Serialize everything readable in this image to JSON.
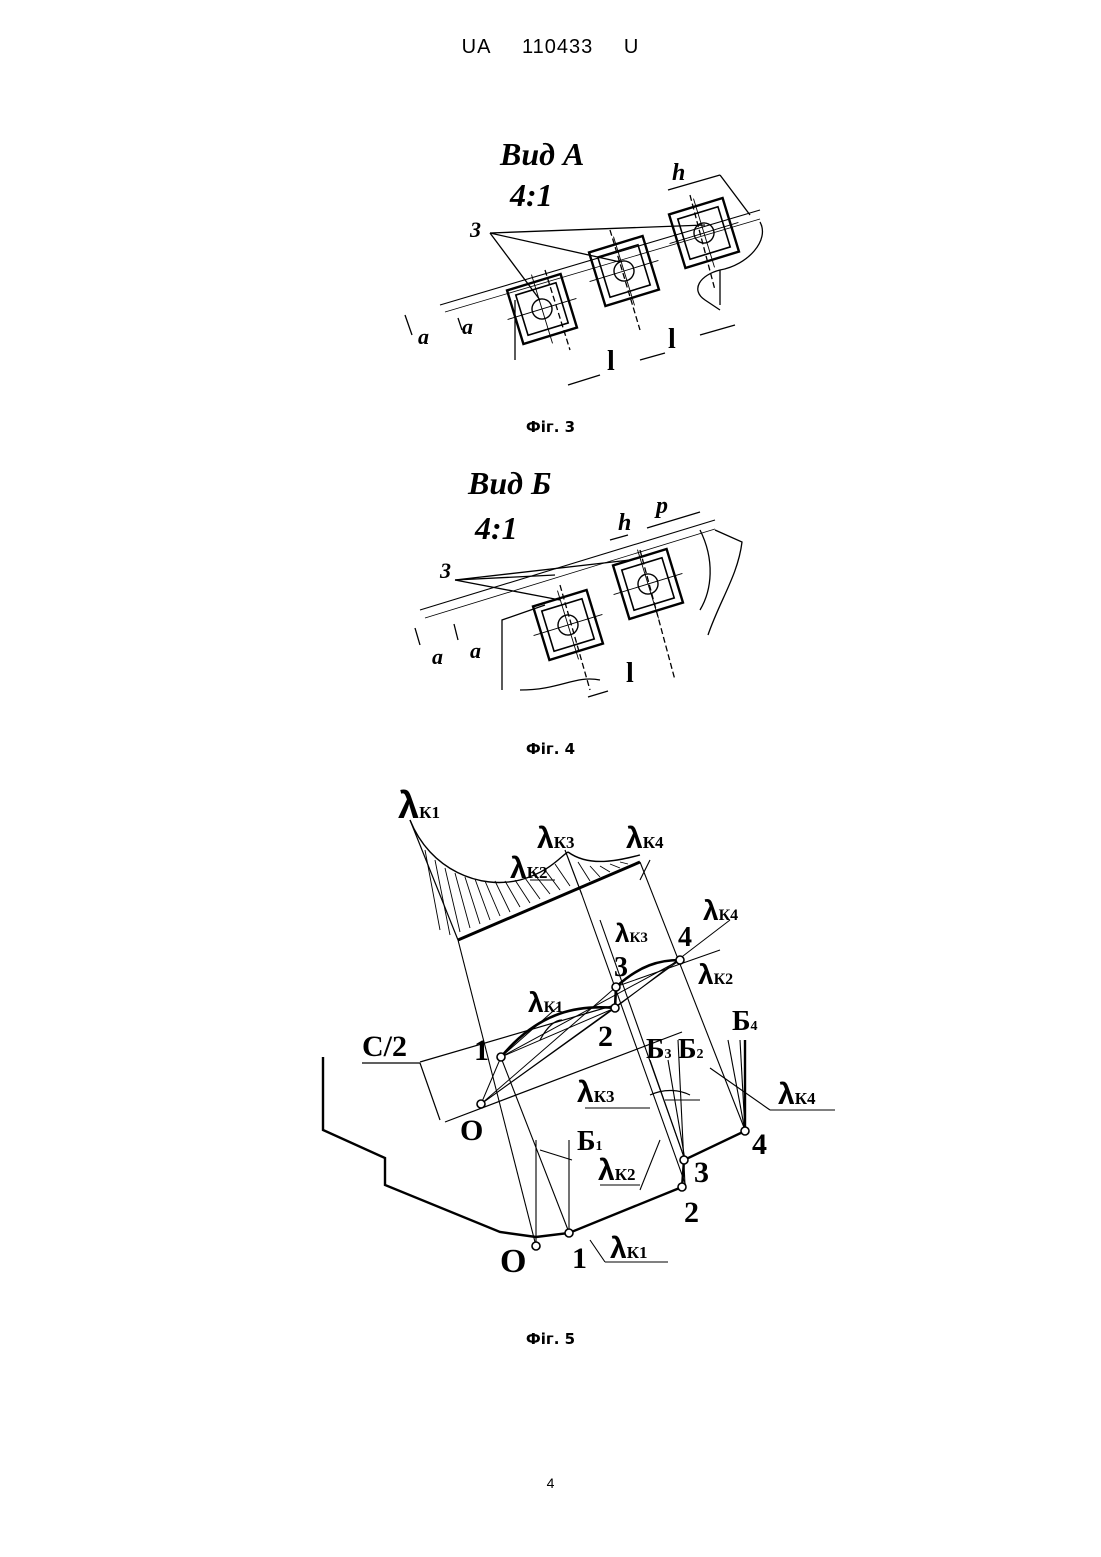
{
  "header": {
    "country": "UA",
    "number": "110433",
    "kind": "U"
  },
  "figures": [
    {
      "caption": "Фіг. 3",
      "view_title": "Вид А",
      "scale": "4:1",
      "labels": {
        "ref": "3",
        "h": "h",
        "a1": "a",
        "a2": "a",
        "l1": "l",
        "l2": "l"
      }
    },
    {
      "caption": "Фіг. 4",
      "view_title": "Вид Б",
      "scale": "4:1",
      "labels": {
        "ref": "3",
        "h": "h",
        "p": "p",
        "a1": "a",
        "a2": "a",
        "l": "l"
      }
    },
    {
      "caption": "Фіг. 5",
      "labels": {
        "lam": "λ",
        "k1": "К1",
        "k2": "К2",
        "k3": "К3",
        "k4": "К4",
        "c2": "C/2",
        "o": "O",
        "o2": "O",
        "p1": "1",
        "p2": "2",
        "p3": "3",
        "p4": "4",
        "b1": "Б",
        "b1s": "1",
        "b2": "Б",
        "b2s": "2",
        "b3": "Б",
        "b3s": "3",
        "b4": "Б",
        "b4s": "4"
      }
    }
  ],
  "page_number": "4"
}
